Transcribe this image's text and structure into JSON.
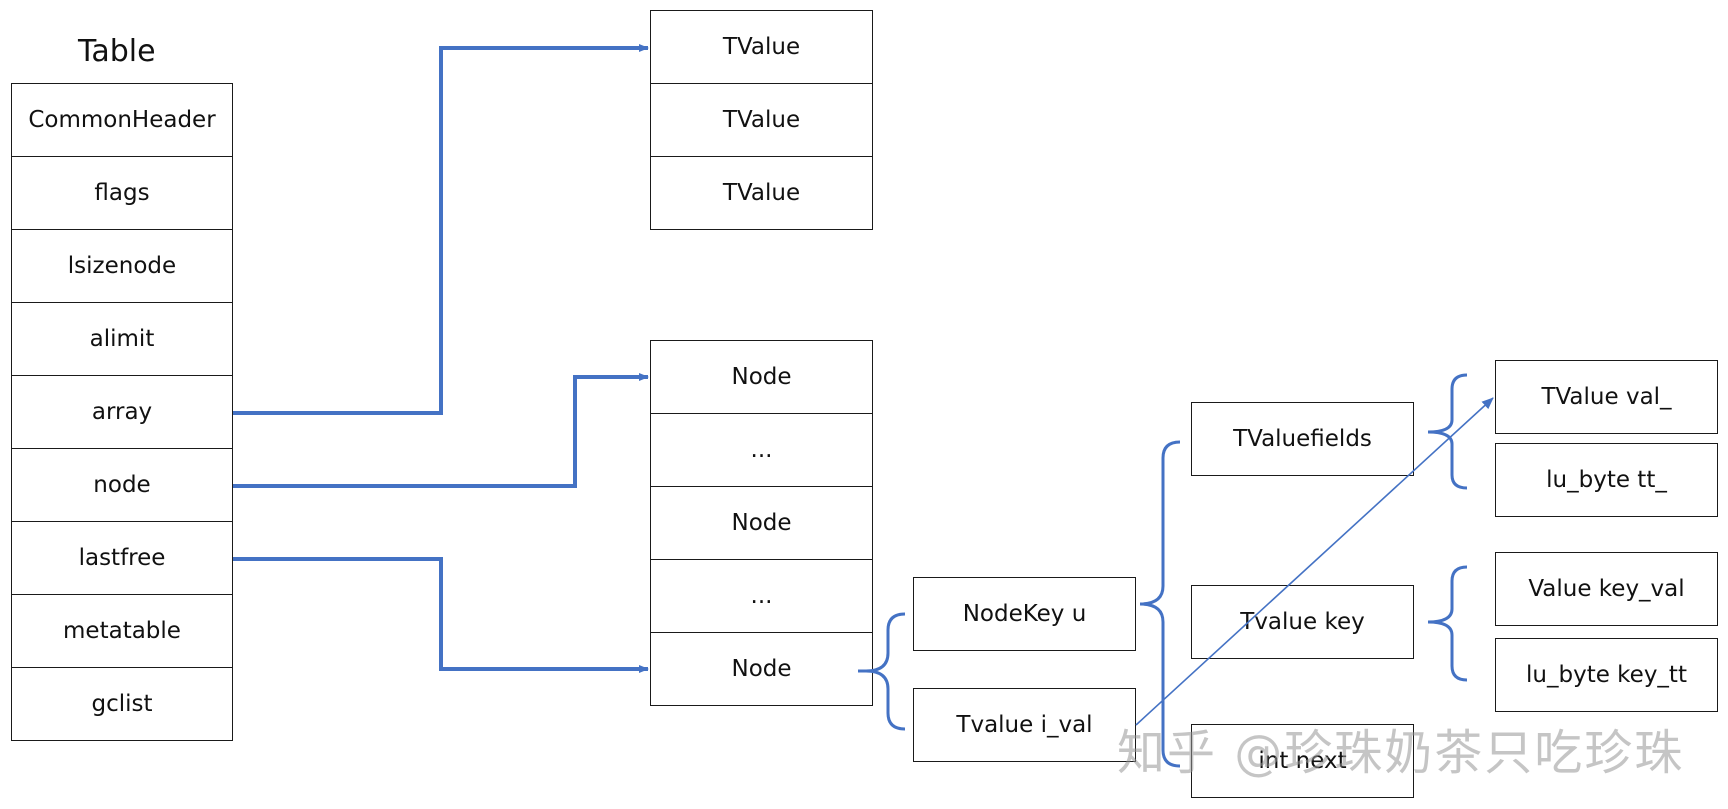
{
  "table": {
    "title": "Table",
    "fields": [
      "CommonHeader",
      "flags",
      "lsizenode",
      "alimit",
      "array",
      "node",
      "lastfree",
      "metatable",
      "gclist"
    ]
  },
  "array_block": {
    "cells": [
      "TValue",
      "TValue",
      "TValue"
    ]
  },
  "node_block": {
    "cells": [
      "Node",
      "...",
      "Node",
      "...",
      "Node"
    ]
  },
  "node_struct": {
    "key": "NodeKey u",
    "value": "Tvalue i_val"
  },
  "nodekey_union": {
    "fields": "TValuefields",
    "key": "Tvalue key",
    "next": "int next"
  },
  "tvaluefields": {
    "val": "TValue val_",
    "tt": "lu_byte tt_"
  },
  "tvalue_key": {
    "key_val": "Value key_val",
    "key_tt": "lu_byte key_tt"
  },
  "watermark": "知乎 @珍珠奶茶只吃珍珠",
  "colors": {
    "arrow": "#4472C4",
    "border": "#1a1a1a",
    "text": "#111111"
  }
}
